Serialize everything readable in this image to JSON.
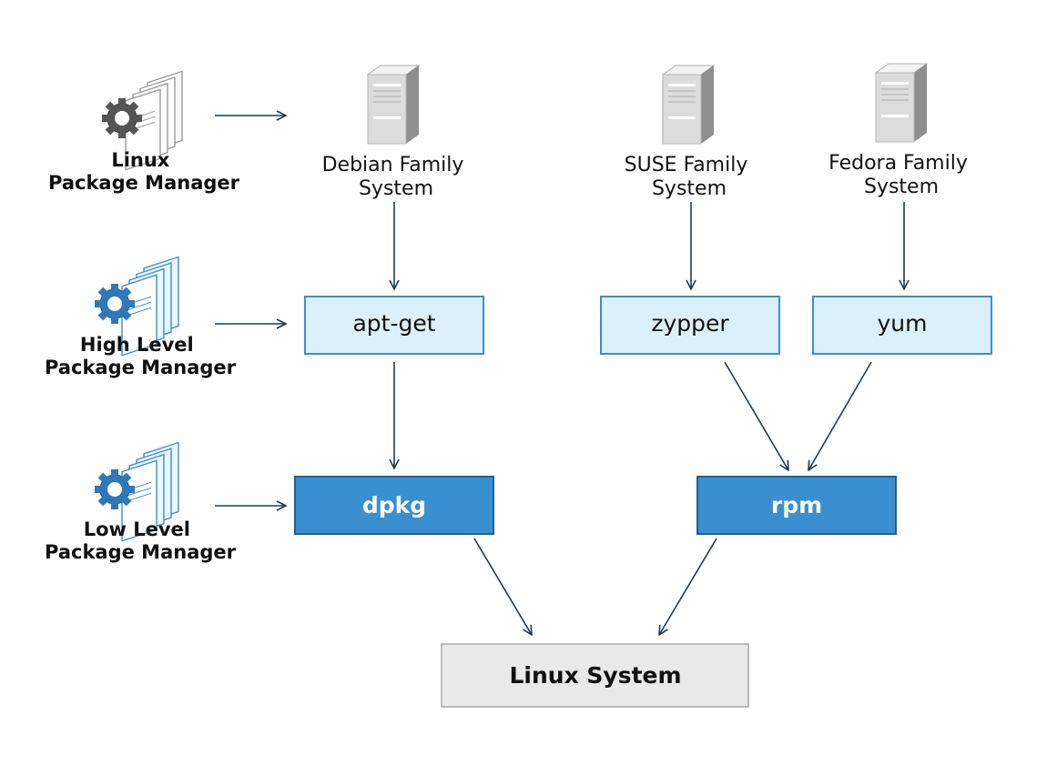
{
  "levels": {
    "linux_pm": [
      "Linux",
      "Package Manager"
    ],
    "high_pm": [
      "High Level",
      "Package Manager"
    ],
    "low_pm": [
      "Low Level",
      "Package Manager"
    ]
  },
  "systems": {
    "debian": [
      "Debian Family",
      "System"
    ],
    "suse": [
      "SUSE Family",
      "System"
    ],
    "fedora": [
      "Fedora Family",
      "System"
    ]
  },
  "high_tools": {
    "apt": "apt-get",
    "zypper": "zypper",
    "yum": "yum"
  },
  "low_tools": {
    "dpkg": "dpkg",
    "rpm": "rpm"
  },
  "target": "Linux System",
  "colors": {
    "light_box_fill": "#dcf0fb",
    "light_box_border": "#3a8fd0",
    "dark_box_fill": "#3a8fd0",
    "system_box_fill": "#e9e9ea",
    "arrow": "#223a4d"
  },
  "icons": {
    "package_manager": "document-stack-gear-icon",
    "server": "server-tower-icon"
  }
}
